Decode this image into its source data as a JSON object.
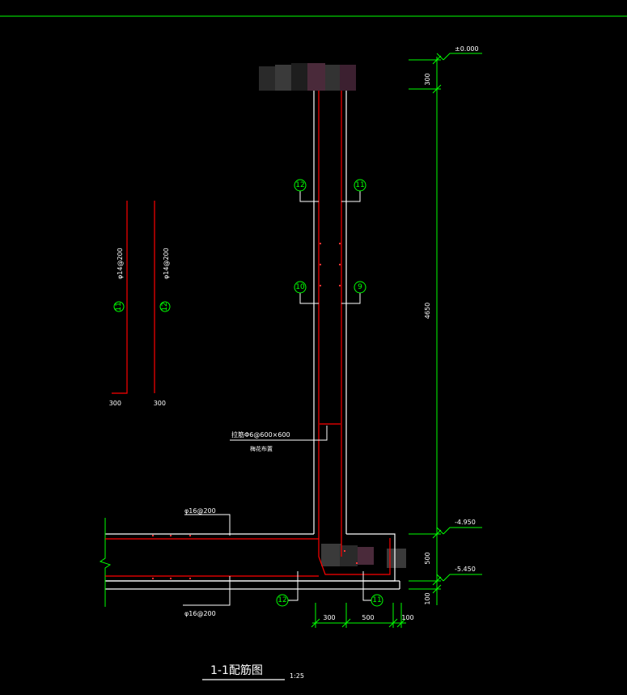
{
  "drawing": {
    "title": "1-1配筋图",
    "scale": "1:25",
    "colors": {
      "background": "#000000",
      "concrete": "#ffffff",
      "rebar": "#ff0000",
      "dimension": "#00ff00",
      "text": "#ffffff"
    }
  },
  "elevations": {
    "top": "±0.000",
    "slab_top": "-4.950",
    "slab_bottom": "-5.450"
  },
  "dimensions": {
    "vertical": {
      "top_part": "300",
      "wall_height": "4650",
      "slab": "500",
      "bottom": "100"
    },
    "horizontal": {
      "a": "300",
      "b": "500",
      "c": "100"
    },
    "bar_hook_1": "300",
    "bar_hook_2": "300"
  },
  "rebar_notes": {
    "bar_11": "φ14@200",
    "bar_12": "φ14@200",
    "slab_top": "φ16@200",
    "slab_bottom": "φ16@200",
    "tie_line1": "拉筋Φ6@600×600",
    "tie_line2": "梅花布置"
  },
  "tags": {
    "t11": "11",
    "t12": "12",
    "t10": "10",
    "t9": "9"
  }
}
